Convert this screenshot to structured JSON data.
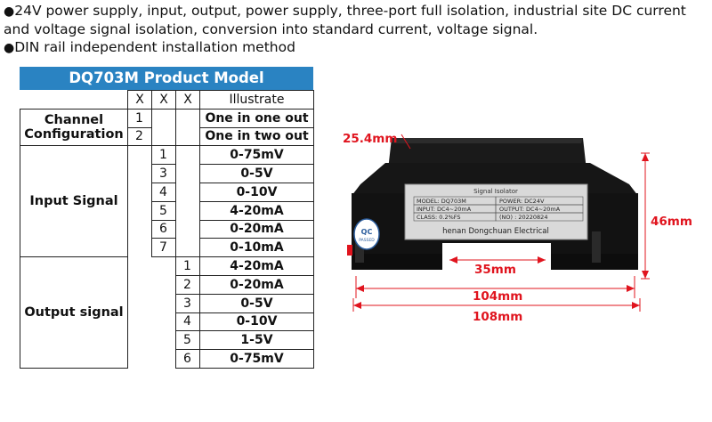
{
  "intro": {
    "line1": "24V power supply, input, output, power supply, three-port full isolation, industrial site DC current and voltage signal isolation, conversion into standard current, voltage signal.",
    "line2": "DIN rail independent installation method",
    "bullet": "●"
  },
  "table": {
    "title": "DQ703M Product Model",
    "header": {
      "x1": "X",
      "x2": "X",
      "x3": "X",
      "illustrate": "Illustrate"
    },
    "channel": {
      "label": "Channel Configuration",
      "rows": [
        {
          "code": "1",
          "desc": "One in one out"
        },
        {
          "code": "2",
          "desc": "One in two out"
        }
      ]
    },
    "input": {
      "label": "Input Signal",
      "rows": [
        {
          "code": "1",
          "desc": "0-75mV"
        },
        {
          "code": "3",
          "desc": "0-5V"
        },
        {
          "code": "4",
          "desc": "0-10V"
        },
        {
          "code": "5",
          "desc": "4-20mA"
        },
        {
          "code": "6",
          "desc": "0-20mA"
        },
        {
          "code": "7",
          "desc": "0-10mA"
        }
      ]
    },
    "output": {
      "label": "Output signal",
      "rows": [
        {
          "code": "1",
          "desc": "4-20mA"
        },
        {
          "code": "2",
          "desc": "0-20mA"
        },
        {
          "code": "3",
          "desc": "0-5V"
        },
        {
          "code": "4",
          "desc": "0-10V"
        },
        {
          "code": "5",
          "desc": "1-5V"
        },
        {
          "code": "6",
          "desc": "0-75mV"
        }
      ]
    }
  },
  "product": {
    "header_text": "Signal Isolator",
    "model": "MODEL: DQ703M",
    "power": "POWER: DC24V",
    "input": "INPUT: DC4~20mA",
    "output": "OUTPUT: DC4~20mA",
    "class": "CLASS: 0.2%FS",
    "no": "(NO) : 20220824",
    "maker": "henan Dongchuan Electrical",
    "qc_top": "QC",
    "qc_bottom": "PASSED",
    "dims": {
      "depth": "25.4mm",
      "height": "46mm",
      "rail": "35mm",
      "body": "104mm",
      "total": "108mm"
    },
    "colors": {
      "dim": "#e0141e",
      "body": "#151515",
      "label": "#d9d9d9"
    }
  }
}
